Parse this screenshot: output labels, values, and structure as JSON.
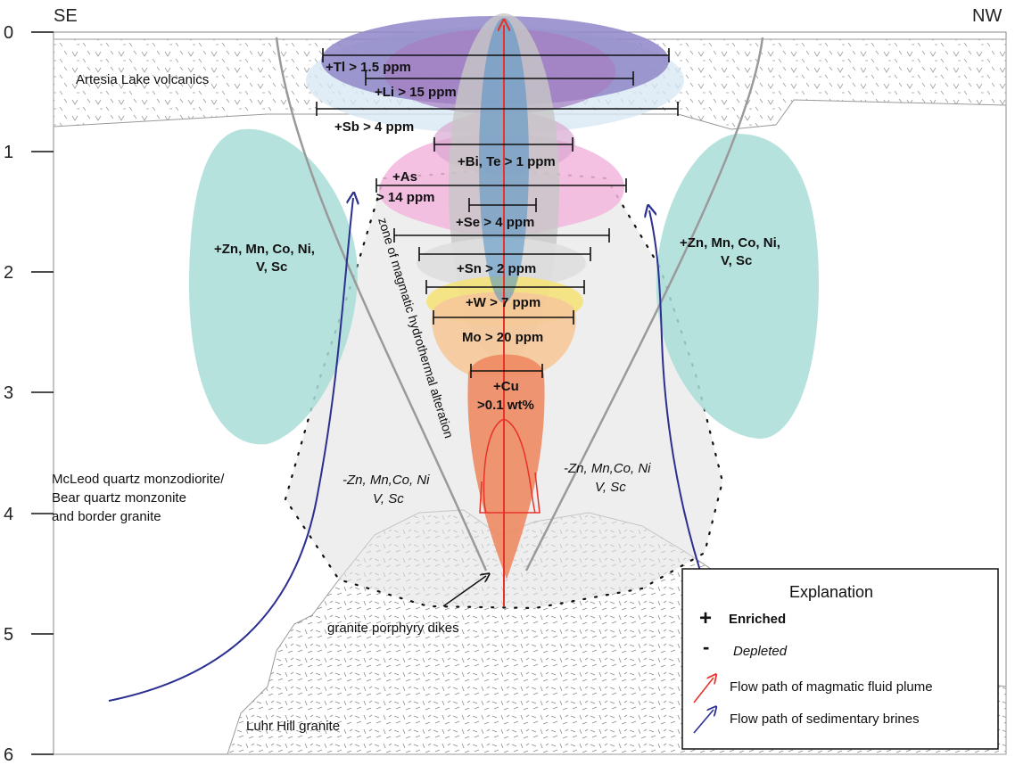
{
  "corners": {
    "left": "SE",
    "right": "NW"
  },
  "depth_axis": {
    "ticks": [
      "0",
      "1",
      "2",
      "3",
      "4",
      "5",
      "6"
    ]
  },
  "units": {
    "volcanics": "Artesia Lake volcanics",
    "monzodiorite_line1": "McLeod quartz monzodiorite/",
    "monzodiorite_line2": "Bear quartz monzonite",
    "monzodiorite_line3": "and border granite",
    "luhr": "Luhr Hill granite",
    "porphyry": "granite porphyry dikes",
    "alteration": "zone of magmatic hydrothermal alteration"
  },
  "enriched_side": {
    "line1": "+Zn, Mn, Co, Ni,",
    "line2": "V, Sc"
  },
  "depleted": {
    "line1": "-Zn, Mn,Co, Ni",
    "line2": "V, Sc"
  },
  "anomalies": {
    "tl": "+Tl > 1.5 ppm",
    "li": "+Li > 15 ppm",
    "sb": "+Sb > 4 ppm",
    "bi_te": "+Bi, Te > 1 ppm",
    "as_1": "+As",
    "as_2": "> 14 ppm",
    "se": "+Se > 4 ppm",
    "sn": "+Sn > 2 ppm",
    "w": "+W > 7 ppm",
    "mo": "Mo > 20 ppm",
    "cu_1": "+Cu",
    "cu_2": ">0.1 wt%"
  },
  "legend": {
    "title": "Explanation",
    "enriched_symbol": "+",
    "enriched": "Enriched",
    "depleted_symbol": "-",
    "depleted": "Depleted",
    "magmatic": "Flow path of magmatic fluid plume",
    "brines": "Flow path of sedimentary brines"
  },
  "colors": {
    "magmatic_arrow": "#e8332a",
    "brine_arrow": "#2b2f8f",
    "teal_zone": "#a9ddd8",
    "outline": "#9a9a9a"
  }
}
